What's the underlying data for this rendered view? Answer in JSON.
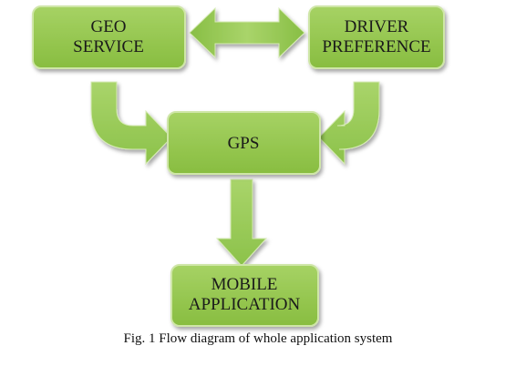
{
  "nodes": {
    "geo_service": {
      "line1": "GEO",
      "line2": "SERVICE"
    },
    "driver_preference": {
      "line1": "DRIVER",
      "line2": "PREFERENCE"
    },
    "gps": {
      "line1": "GPS"
    },
    "mobile_application": {
      "line1": "MOBILE",
      "line2": "APPLICATION"
    }
  },
  "caption": "Fig. 1 Flow diagram of whole application system",
  "colors": {
    "box_fill": "#92c64a",
    "box_fill_light": "#b0d873",
    "box_stroke": "#c4e09a",
    "arrow_fill": "#96c954",
    "arrow_edge": "#79ad36"
  }
}
